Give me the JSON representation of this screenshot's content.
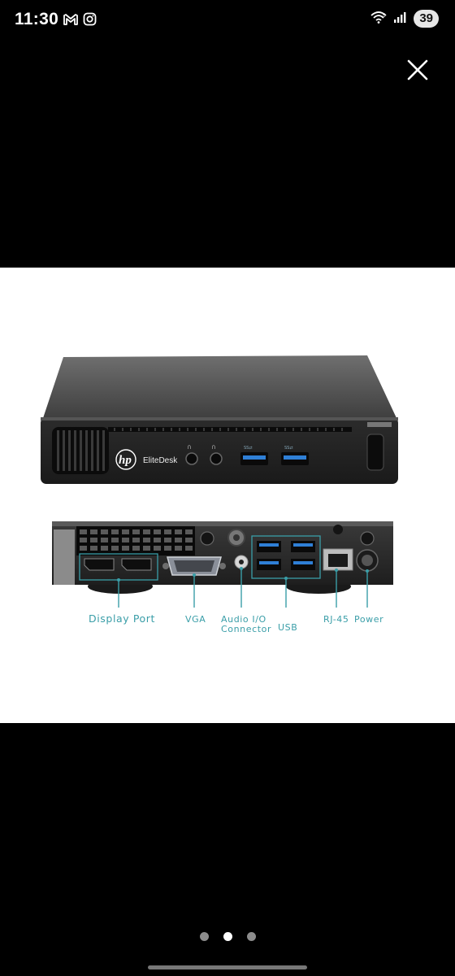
{
  "status_bar": {
    "time": "11:30",
    "left_icons": [
      "gmail-icon",
      "instagram-icon"
    ],
    "right_icons": [
      "wifi-icon",
      "signal-icon"
    ],
    "battery": "39"
  },
  "viewer": {
    "close_icon": "close-icon",
    "background": "#000000"
  },
  "image": {
    "brand": "EliteDesk",
    "logo": "hp",
    "port_labels": {
      "display_port": "Display Port",
      "vga": "VGA",
      "audio_line1": "Audio I/O",
      "audio_line2": "Connector",
      "usb": "USB",
      "rj45": "RJ-45",
      "power": "Power"
    },
    "label_color": "#3a9ea8"
  },
  "pagination": {
    "total": 3,
    "active_index": 1
  }
}
